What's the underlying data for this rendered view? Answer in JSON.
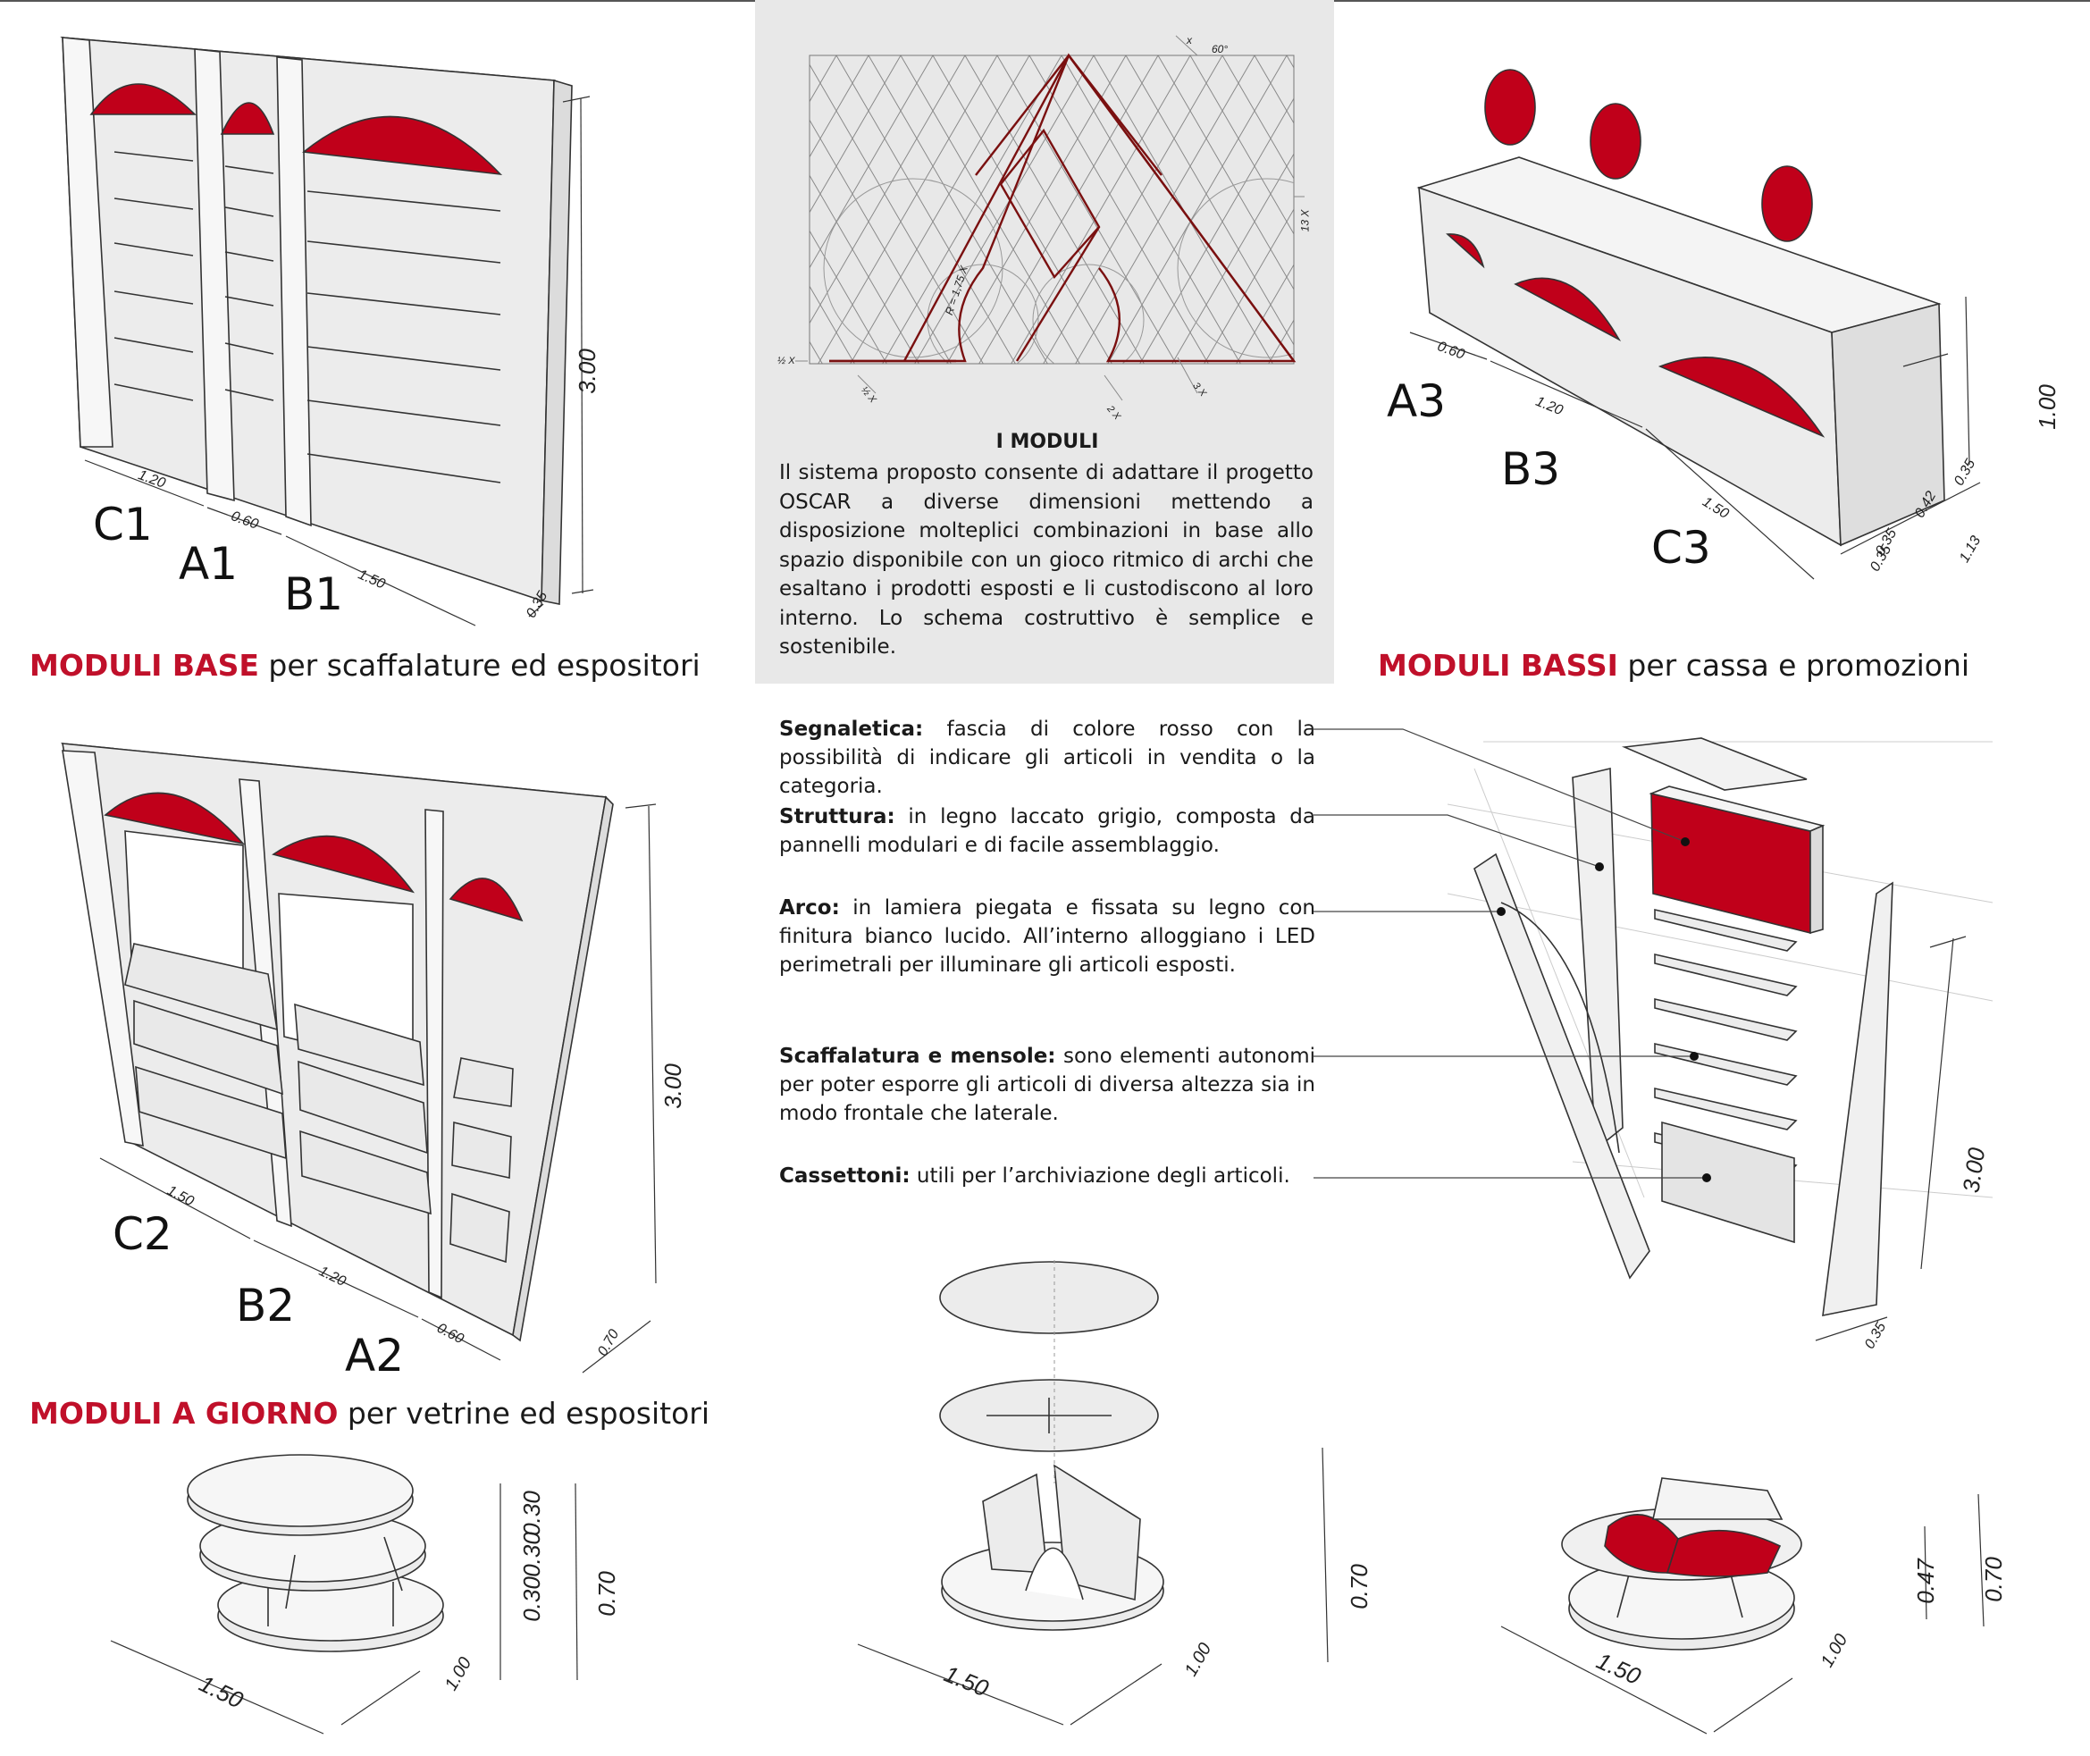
{
  "sections": {
    "base": {
      "highlight": "MODULI BASE",
      "rest": " per scaffalature ed espositori"
    },
    "bassi": {
      "highlight": "MODULI BASSI",
      "rest": " per cassa e promozioni"
    },
    "giorno": {
      "highlight": "MODULI A GIORNO",
      "rest": " per vetrine ed espositori"
    }
  },
  "moduli": {
    "title": "I MODULI",
    "text": "Il sistema proposto consente di adattare il progetto OSCAR a diverse dimensioni mettendo a disposizione molteplici combinazioni in base allo spazio disponibile con un gioco ritmico di archi che esaltano i prodotti esposti e li custodiscono al loro interno. Lo schema costruttivo è semplice e sostenibile.",
    "diagram_labels": {
      "x": "x",
      "angle": "60°",
      "x13": "13 X",
      "radius": "R = 1,75 X",
      "half_left": "½ X",
      "half_bottom": "½ X",
      "x2": "2 X",
      "x3": "3 X"
    }
  },
  "legend": [
    {
      "term": "Segnaletica:",
      "desc": " fascia di colore rosso con la possibilità di indicare gli articoli in vendita o la categoria."
    },
    {
      "term": "Struttura:",
      "desc": " in legno laccato grigio, composta da pannelli modulari e di facile assemblaggio."
    },
    {
      "term": "Arco:",
      "desc": " in lamiera piegata e fissata su legno con finitura bianco lucido. All’interno alloggiano i LED perimetrali per illuminare gli articoli esposti."
    },
    {
      "term": "Scaffalatura e mensole:",
      "desc": " sono elementi autonomi per poter esporre gli articoli di diversa altezza sia in modo frontale che laterale."
    },
    {
      "term": "Cassettoni:",
      "desc": " utili per l’archiviazione degli articoli."
    }
  ],
  "module_labels": {
    "C1": "C1",
    "A1": "A1",
    "B1": "B1",
    "A3": "A3",
    "B3": "B3",
    "C3": "C3",
    "C2": "C2",
    "B2": "B2",
    "A2": "A2"
  },
  "dimensions": {
    "base": {
      "c": "1.20",
      "a": "0.60",
      "b": "1.50",
      "h": "3.00",
      "d": "0.35"
    },
    "bassi": {
      "a": "0.60",
      "b": "1.20",
      "c": "1.50",
      "h": "1.00",
      "d1": "0.35",
      "d2": "0.42",
      "d3": "0.35",
      "d4": "0.35",
      "total": "1.13"
    },
    "giorno": {
      "c": "1.50",
      "b": "1.20",
      "a": "0.60",
      "h": "3.00",
      "d": "0.70"
    },
    "exploded": {
      "h": "3.00",
      "d": "0.35"
    },
    "table1": {
      "w": "1.50",
      "d": "1.00",
      "s1": "0.30",
      "s2": "0.30",
      "s3": "0.30",
      "h": "0.70"
    },
    "table2": {
      "w": "1.50",
      "d": "1.00",
      "h": "0.70"
    },
    "table3": {
      "w": "1.50",
      "d": "1.00",
      "s": "0.47",
      "h": "0.70"
    }
  },
  "colors": {
    "accent": "#c0102a",
    "red_fill": "#c0001a",
    "panel": "#e6e6e6",
    "line": "#333333",
    "diagram_line": "#7a1010"
  }
}
